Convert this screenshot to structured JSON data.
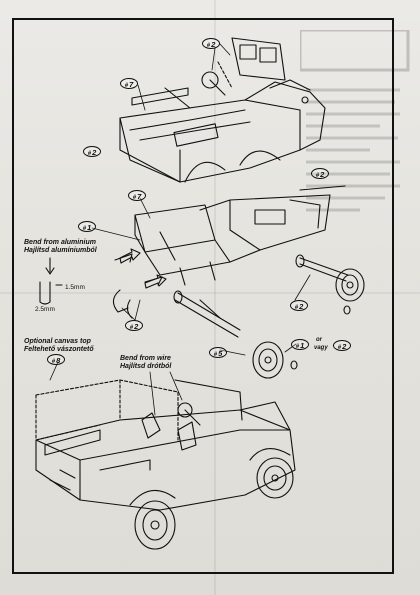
{
  "document": {
    "bend_aluminium": {
      "en": "Bend from aluminium",
      "hu": "Hajlítsd alumíniumból"
    },
    "dim_1": "1.5mm",
    "dim_2": "2.5mm",
    "canvas_top": {
      "en": "Optional canvas top",
      "hu": "Feltehető vászontető"
    },
    "bend_wire": {
      "en": "Bend from wire",
      "hu": "Hajlítsd drótból"
    },
    "or": {
      "en": "or",
      "hu": "vagy"
    }
  },
  "callouts": {
    "p2a": "2",
    "p7a": "7",
    "p2b": "2",
    "p2c": "2",
    "p7b": "7",
    "p1a": "1",
    "p2d": "2",
    "p2e": "2",
    "p5": "5",
    "p1b": "1",
    "p2f": "2",
    "p8": "8"
  },
  "colors": {
    "ink": "#111111",
    "paper": "#e8e7e2",
    "border": "#111111"
  }
}
